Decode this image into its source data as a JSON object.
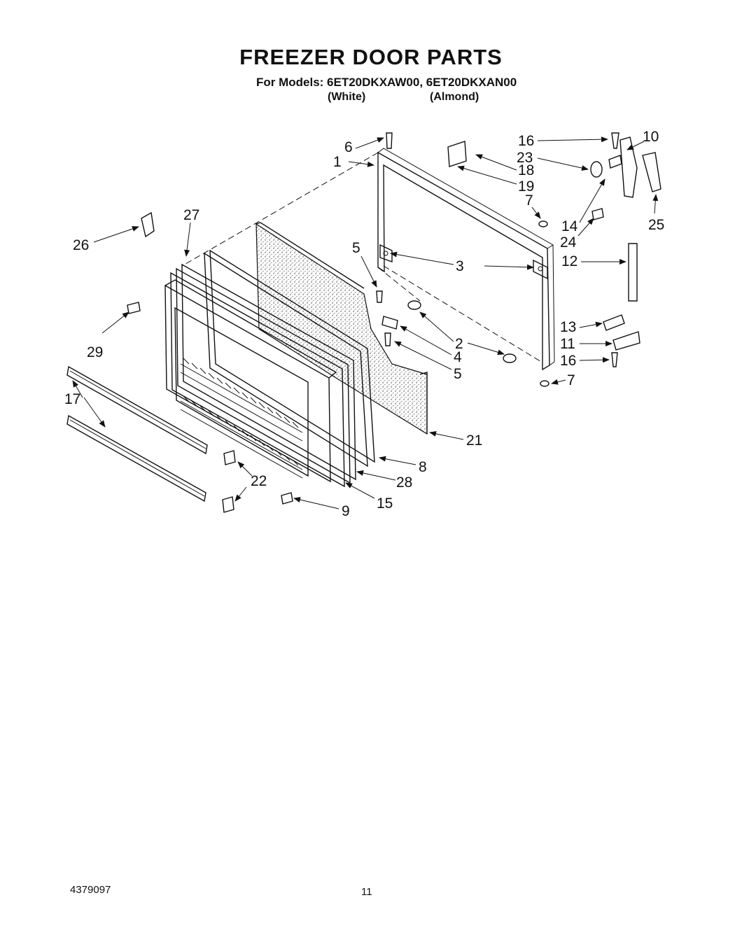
{
  "title": "FREEZER DOOR PARTS",
  "models_line": "For Models: 6ET20DKXAW00, 6ET20DKXAN00",
  "variant_white": "(White)",
  "variant_almond": "(Almond)",
  "document_number": "4379097",
  "page_number": "11",
  "part_labels": {
    "p1": "1",
    "p2a": "2",
    "p3": "3",
    "p4": "4",
    "p5a": "5",
    "p5b": "5",
    "p6": "6",
    "p7a": "7",
    "p7b": "7",
    "p8": "8",
    "p9": "9",
    "p10": "10",
    "p11": "11",
    "p12": "12",
    "p13": "13",
    "p14": "14",
    "p15": "15",
    "p16a": "16",
    "p16b": "16",
    "p17": "17",
    "p18": "18",
    "p19": "19",
    "p21": "21",
    "p22": "22",
    "p23": "23",
    "p24": "24",
    "p25": "25",
    "p26": "26",
    "p27": "27",
    "p28": "28",
    "p29": "29"
  }
}
